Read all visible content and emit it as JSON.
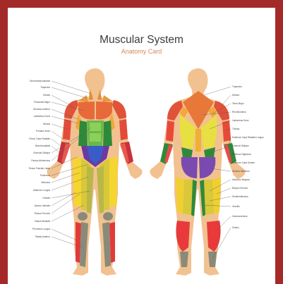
{
  "card": {
    "title": "Muscular System",
    "subtitle": "Anatomy Card"
  },
  "front_labels": [
    "Sternocleidomastoid",
    "Trapezius",
    "Deltoid",
    "Pectoralis Major",
    "Serratus Anterior",
    "Latissimus Dorsi",
    "Biceps",
    "Pronator teres",
    "Flexor Carpi Radialis",
    "Brachioradialis",
    "External Oblique",
    "Rectus Abdominus",
    "Tensor Fasciae Latae",
    "Pectineus",
    "Sartorius",
    "Adductor Longus",
    "Gracilis",
    "Vastus Lateralis",
    "Rectus Femoris",
    "Vastus Medialis",
    "Peroneus Longus",
    "Tibialis Anterior"
  ],
  "back_labels": [
    "Trapezius",
    "Deltoid",
    "Teres Major",
    "Rhomboideus",
    "Latissimus Dorsi",
    "Triceps",
    "Extensor Carpi Radialis Longus",
    "External Oblique",
    "Extensor Digitorum",
    "Extensor Carpi Ulnaris",
    "Gluteus Maximus",
    "Adductor Magnus",
    "Biceps Femoris",
    "Semitendinosus",
    "Gracilis",
    "Gastrocnemius",
    "Soleus"
  ]
}
